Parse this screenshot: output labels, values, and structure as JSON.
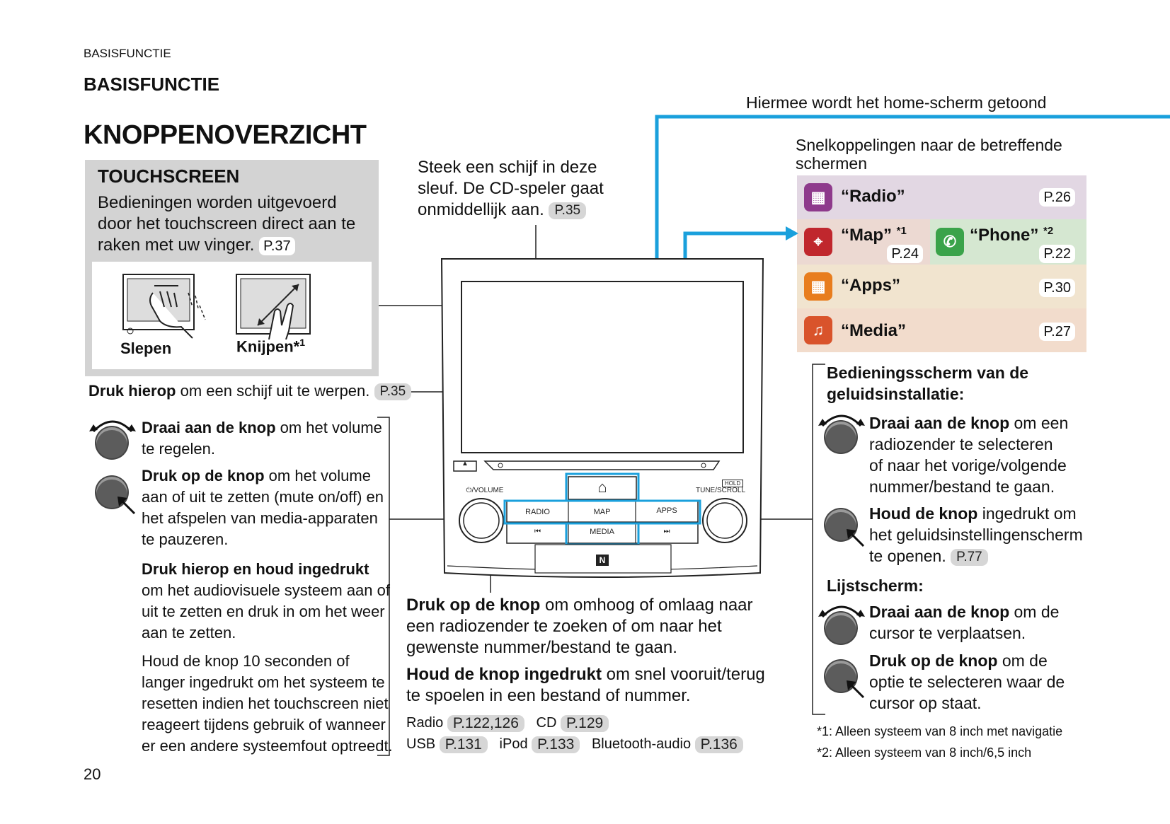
{
  "header": {
    "running_title": "BASISFUNCTIE",
    "section_title": "BASISFUNCTIE",
    "main_title": "KNOPPENOVERZICHT",
    "page_number": "20"
  },
  "touchscreen": {
    "title": "TOUCHSCREEN",
    "line1": "Bedieningen worden uitgevoerd",
    "line2": "door het touchscreen direct aan te",
    "line3": "raken met uw vinger.",
    "ref": "P.37",
    "gesture_drag": "Slepen",
    "gesture_pinch": "Knijpen*",
    "gesture_pinch_sup": "1"
  },
  "cd_slot": {
    "line1": "Steek een schijf in deze",
    "line2": "sleuf. De CD-speler gaat",
    "line3": "onmiddellijk aan.",
    "ref": "P.35"
  },
  "home_label": "Hiermee wordt het home-scherm getoond",
  "shortcuts": {
    "title_line1": "Snelkoppelingen naar de betreffende",
    "title_line2": "schermen",
    "radio": {
      "label": "“Radio”",
      "ref": "P.26",
      "color": "#8e3a8c"
    },
    "map": {
      "label": "“Map”",
      "sup": "*1",
      "ref": "P.24",
      "color": "#c0272d"
    },
    "phone": {
      "label": "“Phone”",
      "sup": "*2",
      "ref": "P.22",
      "color": "#3aa34a"
    },
    "apps": {
      "label": "“Apps”",
      "ref": "P.30",
      "color": "#e87d1e"
    },
    "media": {
      "label": "“Media”",
      "ref": "P.27",
      "color": "#d9532b"
    }
  },
  "eject": {
    "bold": "Druk hierop",
    "text": " om een schijf uit te werpen.",
    "ref": "P.35"
  },
  "volume": {
    "turn_bold": "Draai aan de knop",
    "turn_text1": " om het volume",
    "turn_text2": "te regelen.",
    "press_bold": "Druk op de knop",
    "press_text1": " om het volume",
    "press_text2": "aan of uit te zetten (mute on/off) en",
    "press_text3": "het afspelen van media-apparaten",
    "press_text4": "te pauzeren.",
    "hold_bold": "Druk hierop en houd ingedrukt",
    "hold_text1": "om het audiovisuele systeem aan of",
    "hold_text2": "uit te zetten en druk in om het weer",
    "hold_text3": "aan te zetten.",
    "reset_1": "Houd de knop 10 seconden of",
    "reset_2": "langer ingedrukt om het systeem te",
    "reset_3": "resetten indien het touchscreen niet",
    "reset_4": "reageert tijdens gebruik of wanneer",
    "reset_5": "er een andere systeemfout optreedt."
  },
  "seek": {
    "press_bold": "Druk op de knop",
    "press_text1": " om omhoog of omlaag naar",
    "press_text2": "een radiozender te zoeken of om naar het",
    "press_text3": "gewenste nummer/bestand te gaan.",
    "hold_bold": "Houd de knop ingedrukt",
    "hold_text1": " om snel vooruit/terug",
    "hold_text2": "te spoelen in een bestand of nummer.",
    "refs": [
      {
        "label": "Radio",
        "ref": "P.122,126"
      },
      {
        "label": "CD",
        "ref": "P.129"
      },
      {
        "label": "USB",
        "ref": "P.131"
      },
      {
        "label": "iPod",
        "ref": "P.133"
      },
      {
        "label": "Bluetooth-audio",
        "ref": "P.136"
      }
    ]
  },
  "tune": {
    "audio_title1": "Bedieningsscherm van de",
    "audio_title2": "geluidsinstallatie:",
    "turn_bold": "Draai aan de knop",
    "turn_text1": " om een",
    "turn_text2": "radiozender te selecteren",
    "turn_text3": "of naar het vorige/volgende",
    "turn_text4": "nummer/bestand te gaan.",
    "hold_bold": "Houd de knop",
    "hold_text1": " ingedrukt om",
    "hold_text2": "het geluidsinstellingenscherm",
    "hold_text3": "te openen.",
    "hold_ref": "P.77",
    "list_title": "Lijstscherm:",
    "list_turn_bold": "Draai aan de knop",
    "list_turn_text1": " om de",
    "list_turn_text2": "cursor te verplaatsen.",
    "list_press_bold": "Druk op de knop",
    "list_press_text1": " om de",
    "list_press_text2": "optie te selecteren waar de",
    "list_press_text3": "cursor op staat."
  },
  "footnotes": {
    "f1": "*1: Alleen systeem van 8 inch met navigatie",
    "f2": "*2: Alleen systeem van 8 inch/6,5 inch"
  },
  "unit": {
    "volume_label": "⏻/VOLUME",
    "tune_label": "TUNE/SCROLL",
    "hold_label": "HOLD",
    "btn_radio": "RADIO",
    "btn_map": "MAP",
    "btn_apps": "APPS",
    "btn_media": "MEDIA",
    "btn_prev": "⏮",
    "btn_next": "⏭",
    "nfc": "N",
    "eject_symbol": "▲",
    "home_symbol": "⌂"
  },
  "colors": {
    "accent_blue": "#1aa0dc",
    "ref_gray": "#d6d6d6"
  }
}
